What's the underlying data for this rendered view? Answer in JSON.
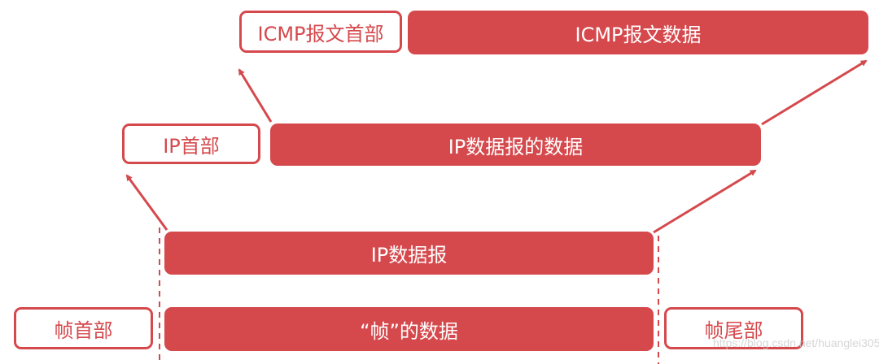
{
  "colors": {
    "accent": "#d5494d",
    "text_on_accent": "#ffffff",
    "background": "#ffffff"
  },
  "layers": {
    "icmp": {
      "header": "ICMP报文首部",
      "data": "ICMP报文数据"
    },
    "ip": {
      "header": "IP首部",
      "data": "IP数据报的数据"
    },
    "ip_datagram": {
      "label": "IP数据报"
    },
    "frame": {
      "header": "帧首部",
      "data": "“帧”的数据",
      "trailer": "帧尾部"
    }
  },
  "watermark": "https://blog.csdn.net/huanglei305"
}
